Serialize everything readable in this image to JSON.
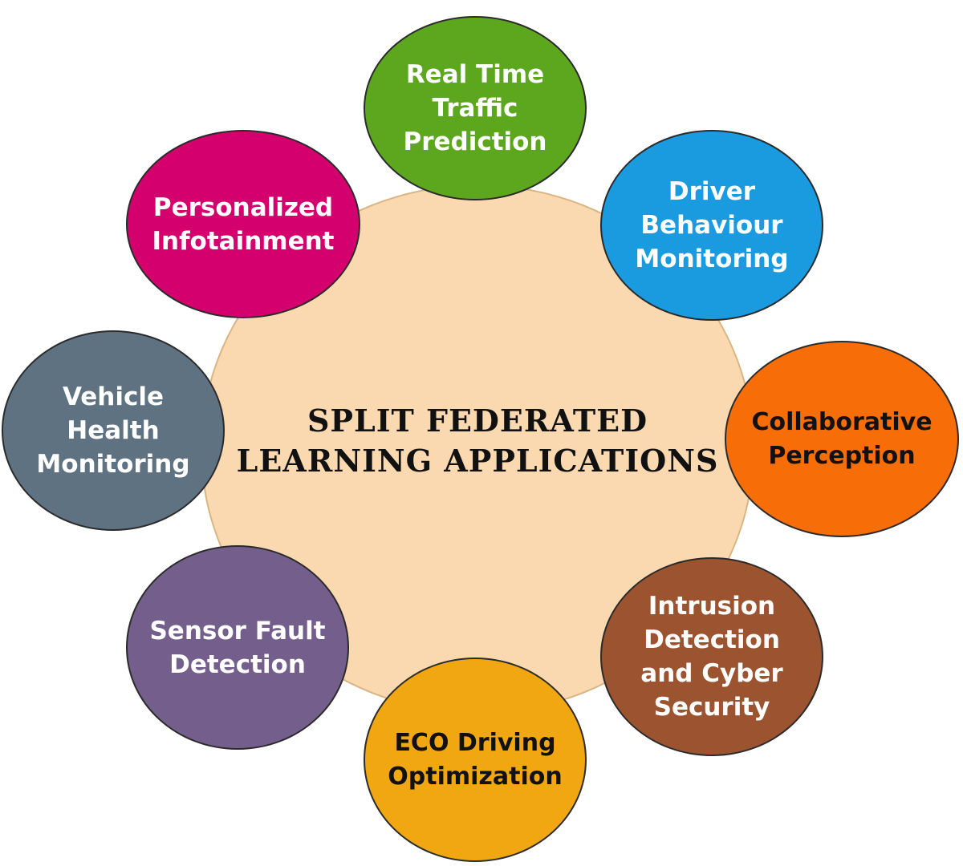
{
  "center": {
    "line1": "SPLIT FEDERATED",
    "line2": "LEARNING APPLICATIONS"
  },
  "nodes": {
    "traffic": {
      "lines": [
        "Real Time",
        "Traffic",
        "Prediction"
      ],
      "color": "#5da71e"
    },
    "driver": {
      "lines": [
        "Driver",
        "Behaviour",
        "Monitoring"
      ],
      "color": "#1a9be0"
    },
    "collab": {
      "lines": [
        "Collaborative",
        "Perception"
      ],
      "color": "#f76d08"
    },
    "intrusion": {
      "lines": [
        "Intrusion",
        "Detection",
        "and Cyber",
        "Security"
      ],
      "color": "#9c5430"
    },
    "eco": {
      "lines": [
        "ECO Driving",
        "Optimization"
      ],
      "color": "#f1a711"
    },
    "sensor": {
      "lines": [
        "Sensor Fault",
        "Detection"
      ],
      "color": "#745e8c"
    },
    "vehicle": {
      "lines": [
        "Vehicle",
        "Health",
        "Monitoring"
      ],
      "color": "#5f7282"
    },
    "infotain": {
      "lines": [
        "Personalized",
        "Infotainment"
      ],
      "color": "#d4006d"
    }
  },
  "colors": {
    "center_fill": "#fad9b0"
  }
}
